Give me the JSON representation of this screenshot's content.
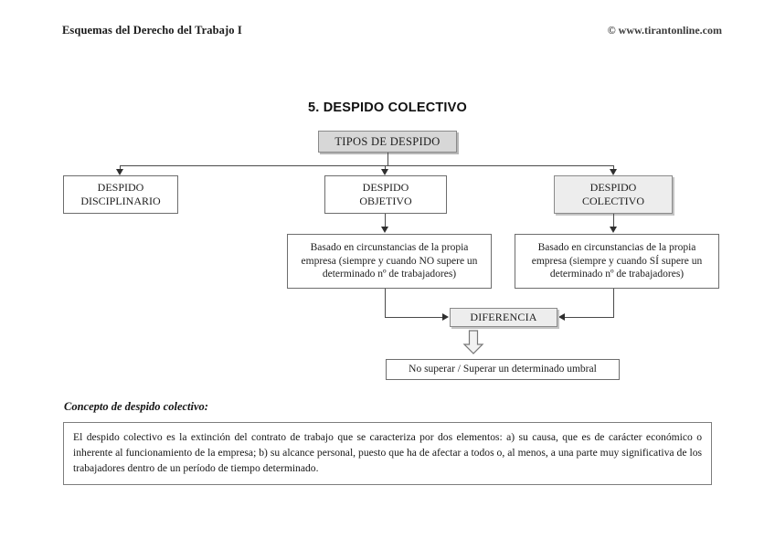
{
  "header": {
    "left": "Esquemas del Derecho del Trabajo I",
    "right": "© www.tirantonline.com"
  },
  "title": "5. DESPIDO COLECTIVO",
  "diagram": {
    "root": {
      "label": "TIPOS DE DESPIDO"
    },
    "branches": [
      {
        "label": "DESPIDO\nDISCIPLINARIO",
        "style": "white"
      },
      {
        "label": "DESPIDO\nOBJETIVO",
        "style": "white"
      },
      {
        "label": "DESPIDO\nCOLECTIVO",
        "style": "light-gray"
      }
    ],
    "descriptions": [
      {
        "label": "Basado en circunstancias de la propia empresa (siempre y cuando NO supere un determinado nº de trabajadores)"
      },
      {
        "label": "Basado en circunstancias de la propia empresa (siempre y cuando SÍ supere un determinado nº de trabajadores)"
      }
    ],
    "difference": {
      "label": "DIFERENCIA"
    },
    "outcome": {
      "label": "No superar / Superar un determinado umbral"
    }
  },
  "concept": {
    "heading": "Concepto de despido colectivo:",
    "text": "El despido colectivo es la extinción del contrato de trabajo que se caracteriza por dos elementos: a) su causa, que es de carácter económico o inherente al funcionamiento de la empresa; b) su alcance personal, puesto que ha de afectar a todos o, al menos, a una parte muy significativa de los trabajadores dentro de un período de tiempo determinado."
  },
  "colors": {
    "box_gray": "#d7d7d7",
    "box_light_gray": "#ededed",
    "line": "#4a4a4a",
    "page_bg": "#ffffff"
  }
}
